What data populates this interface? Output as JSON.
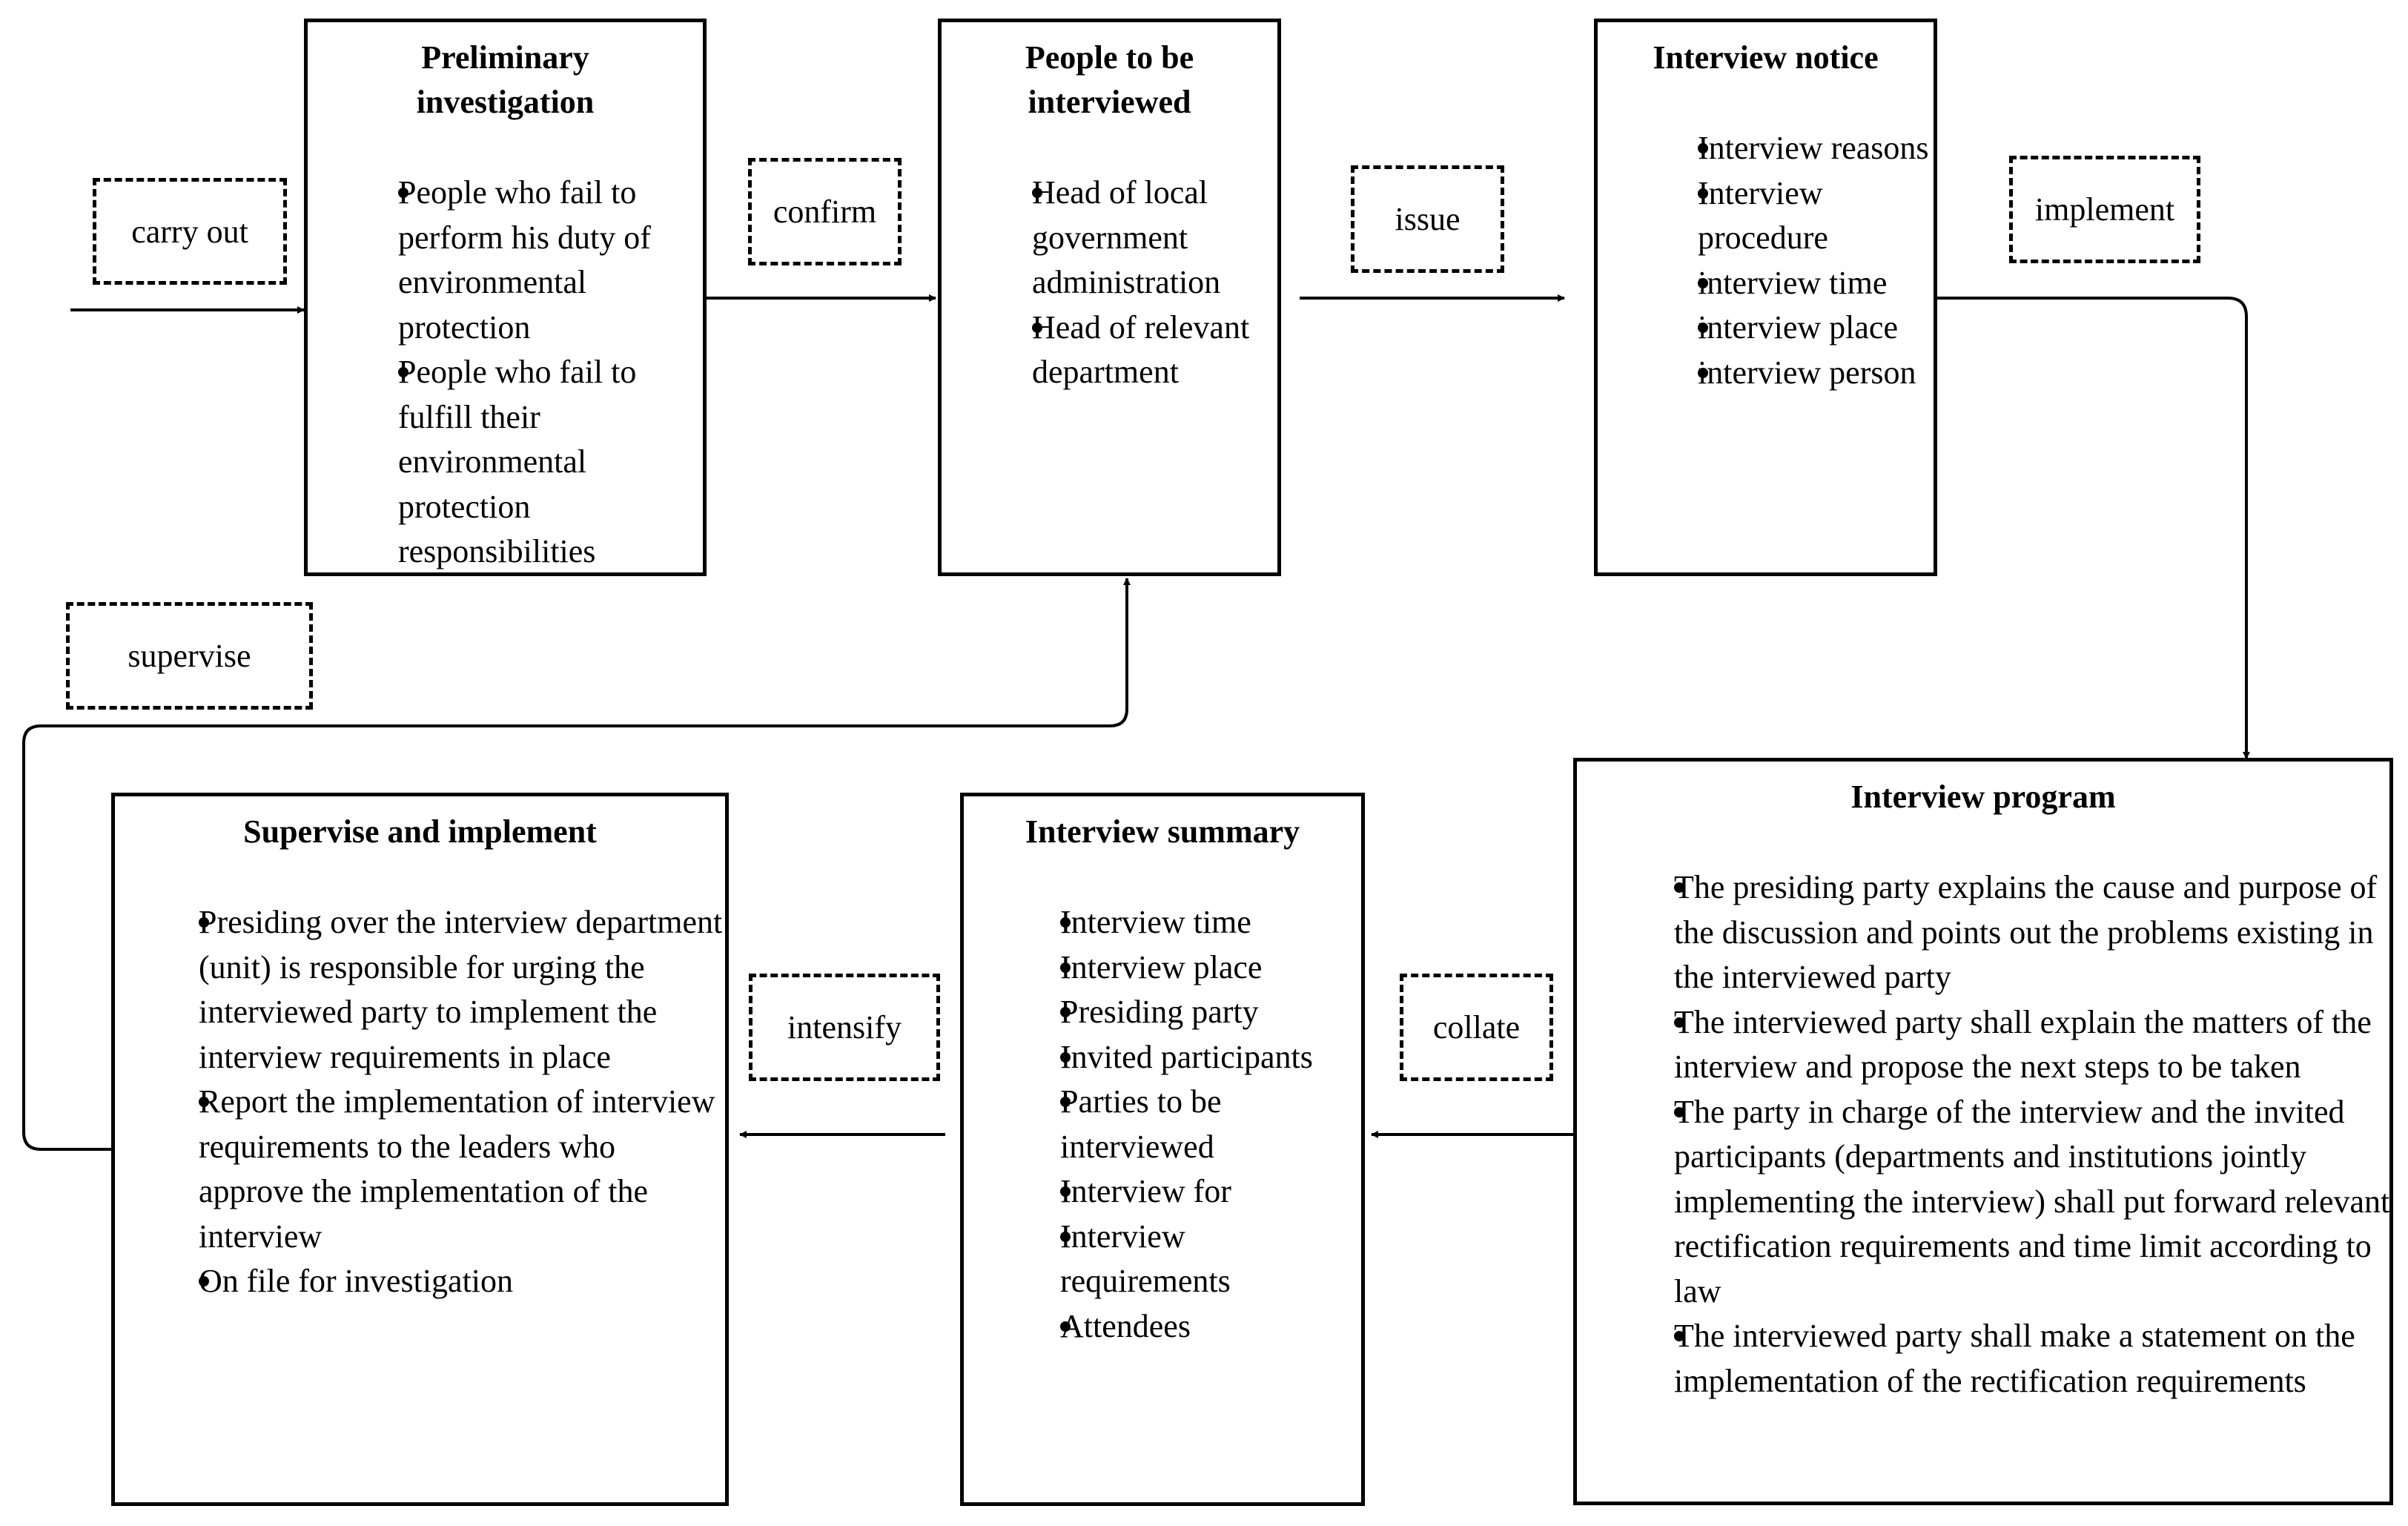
{
  "boxes": {
    "preliminary": {
      "title": "Preliminary\ninvestigation",
      "items": [
        "People who fail to perform his duty of environmental protection",
        "People who fail to fulfill their environmental protection responsibilities"
      ]
    },
    "people": {
      "title": "People to be\ninterviewed",
      "items": [
        "Head of local government administration",
        "Head of relevant department"
      ]
    },
    "notice": {
      "title": "Interview notice",
      "items": [
        "Interview reasons",
        "Interview procedure",
        "interview time",
        "interview place",
        "interview person"
      ]
    },
    "program": {
      "title": "Interview program",
      "items": [
        "The presiding party explains the cause and purpose of the discussion and points out the problems existing in the interviewed party",
        "The interviewed party shall explain the matters of the interview and propose the next steps to be taken",
        "The party in charge of the interview and the invited participants (departments and institutions jointly implementing the interview) shall put forward relevant rectification requirements and time limit according to law",
        "The interviewed party shall make a statement on the implementation of the rectification requirements"
      ]
    },
    "summary": {
      "title": "Interview summary",
      "items": [
        "Interview time",
        "Interview  place",
        "Presiding party",
        "Invited participants",
        "Parties to be interviewed",
        "Interview for",
        "Interview requirements",
        "Attendees"
      ]
    },
    "supervise": {
      "title": "Supervise and implement",
      "items": [
        "Presiding over the interview department (unit) is responsible for urging the interviewed party to implement the interview requirements in place",
        "Report the implementation of interview requirements to the leaders who approve the implementation of the interview",
        "On file for investigation"
      ]
    }
  },
  "actions": {
    "carry_out": "carry out",
    "confirm": "confirm",
    "issue": "issue",
    "implement": "implement",
    "collate": "collate",
    "intensify": "intensify",
    "supervise": "supervise"
  }
}
